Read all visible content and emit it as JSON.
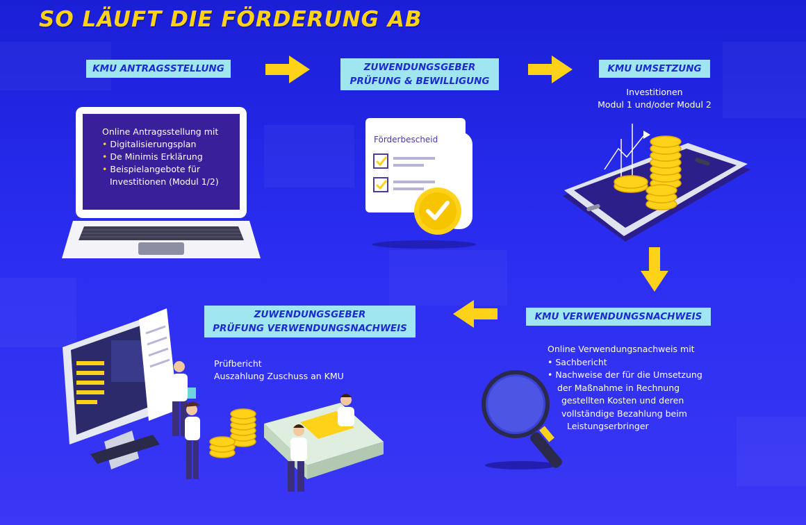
{
  "title": "SO LÄUFT DIE FÖRDERUNG AB",
  "steps": {
    "antrag": {
      "label": "KMU ANTRAGSSTELLUNG",
      "intro": "Online Antragsstellung mit",
      "bullets": [
        "Digitalisierungsplan",
        "De Minimis Erklärung",
        "Beispielangebote für"
      ],
      "continuation": "Investitionen (Modul 1/2)"
    },
    "pruefung": {
      "label_line1": "ZUWENDUNGSGEBER",
      "label_line2": "PRÜFUNG & BEWILLIGUNG",
      "document_title": "Förderbescheid"
    },
    "umsetzung": {
      "label": "KMU UMSETZUNG",
      "text_line1": "Investitionen",
      "text_line2": "Modul 1 und/oder Modul 2"
    },
    "verwendungsnachweis": {
      "label": "KMU VERWENDUNGSNACHWEIS",
      "intro": "Online Verwendungsnachweis mit",
      "bullet1": "Sachbericht",
      "bullet2_lines": [
        "Nachweise der für die Umsetzung",
        "der Maßnahme in Rechnung",
        "gestellten Kosten und deren",
        "vollständige Bezahlung beim",
        "Leistungserbringer"
      ]
    },
    "pruefung_vn": {
      "label_line1": "ZUWENDUNGSGEBER",
      "label_line2": "PRÜFUNG VERWENDUNGSNACHWEIS",
      "text_line1": "Prüfbericht",
      "text_line2": "Auszahlung Zuschuss an KMU"
    }
  },
  "colors": {
    "accent": "#ffd21a",
    "label_bg": "#9fe6f0",
    "label_text": "#1d2bd0",
    "background": "#2a2df0"
  }
}
